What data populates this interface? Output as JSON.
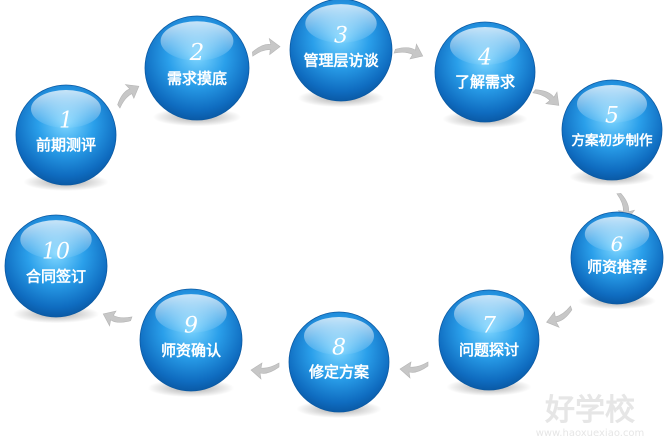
{
  "colors": {
    "ball_light": "#6fcdff",
    "ball_mid": "#1f97e6",
    "ball_dark": "#0a5fb0",
    "arrow": "#c7c7c7",
    "watermark": "#e7e7e7"
  },
  "steps": [
    {
      "num": "1",
      "label": "前期测评"
    },
    {
      "num": "2",
      "label": "需求摸底"
    },
    {
      "num": "3",
      "label": "管理层访谈"
    },
    {
      "num": "4",
      "label": "了解需求"
    },
    {
      "num": "5",
      "label": "方案初步制作"
    },
    {
      "num": "6",
      "label": "师资推荐"
    },
    {
      "num": "7",
      "label": "问题探讨"
    },
    {
      "num": "8",
      "label": "修定方案"
    },
    {
      "num": "9",
      "label": "师资确认"
    },
    {
      "num": "10",
      "label": "合同签订"
    }
  ],
  "watermark": {
    "brand": "好学校",
    "url": "www.haoxuexiao.com"
  }
}
